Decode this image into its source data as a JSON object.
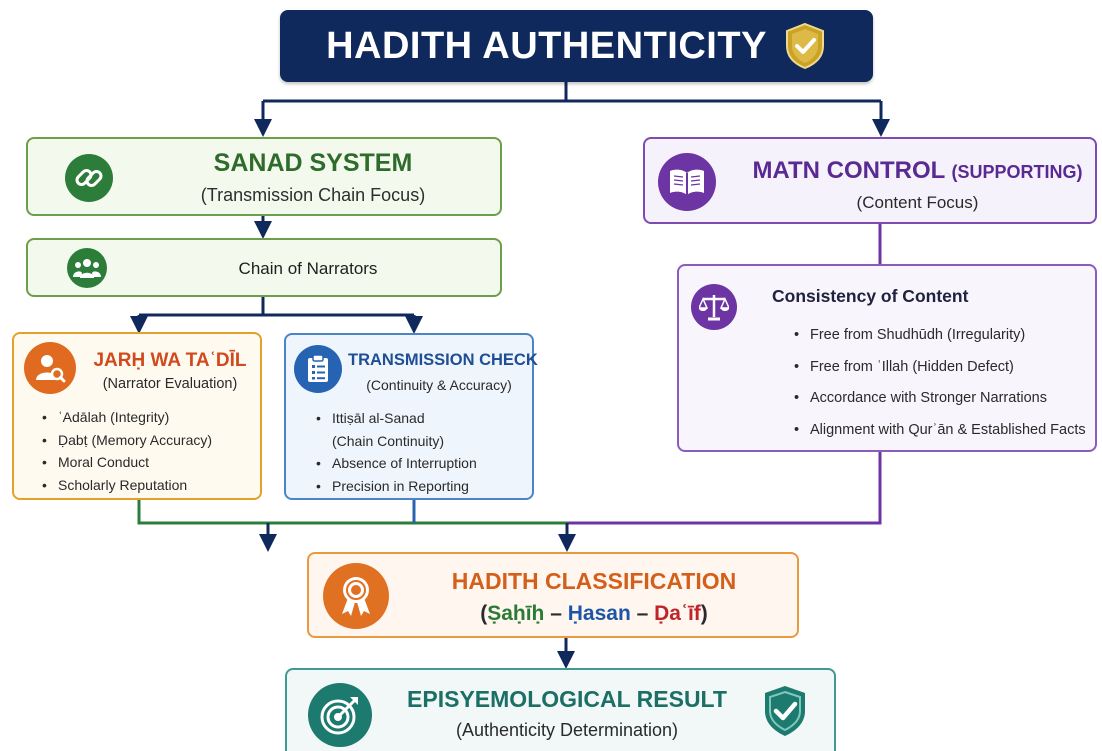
{
  "title": "HADITH AUTHENTICITY",
  "sanad": {
    "title": "SANAD SYSTEM",
    "subtitle": "(Transmission Chain Focus)",
    "chain_label": "Chain of Narrators"
  },
  "jarh": {
    "title": "JARḤ WA TAʿDĪL",
    "subtitle": "(Narrator Evaluation)",
    "items": [
      "ʿAdālah (Integrity)",
      "Ḍabṭ (Memory Accuracy)",
      "Moral Conduct",
      "Scholarly Reputation"
    ]
  },
  "transmission": {
    "title": "TRANSMISSION CHECK",
    "subtitle": "(Continuity & Accuracy)",
    "items": [
      "Ittiṣāl al-Sanad",
      "(Chain Continuity)",
      "Absence of Interruption",
      "Precision in Reporting"
    ]
  },
  "matn": {
    "title": "MATN CONTROL",
    "title_suffix": "(SUPPORTING)",
    "subtitle": "(Content Focus)"
  },
  "consistency": {
    "title": "Consistency of Content",
    "items": [
      "Free from Shudhūdh (Irregularity)",
      "Free from ʿIllah (Hidden Defect)",
      "Accordance with Stronger Narrations",
      "Alignment with Qurʾān & Established Facts"
    ]
  },
  "classification": {
    "title": "HADITH CLASSIFICATION",
    "open": "(",
    "grade1": "Ṣaḥīḥ",
    "sep1": " – ",
    "grade2": "Ḥasan",
    "sep2": " – ",
    "grade3": "Ḍaʿīf",
    "close": ")"
  },
  "result": {
    "title": "EPISYEMOLOGICAL RESULT",
    "subtitle": "(Authenticity Determination)"
  },
  "colors": {
    "title_bg": "#10295c",
    "sanad": "#2d7d3a",
    "jarh": "#e06a1f",
    "transmission": "#2763b3",
    "matn": "#6d34a3",
    "classification": "#e07122",
    "result": "#1c7a6f",
    "gold": "#c9a227"
  },
  "icons": {
    "title": "shield-check-icon",
    "sanad": "link-icon",
    "chain": "people-group-icon",
    "jarh": "person-search-icon",
    "transmission": "clipboard-checklist-icon",
    "matn": "open-book-icon",
    "consistency": "balance-scale-icon",
    "classification": "award-ribbon-icon",
    "result": "target-icon",
    "result_badge": "shield-check-icon"
  }
}
